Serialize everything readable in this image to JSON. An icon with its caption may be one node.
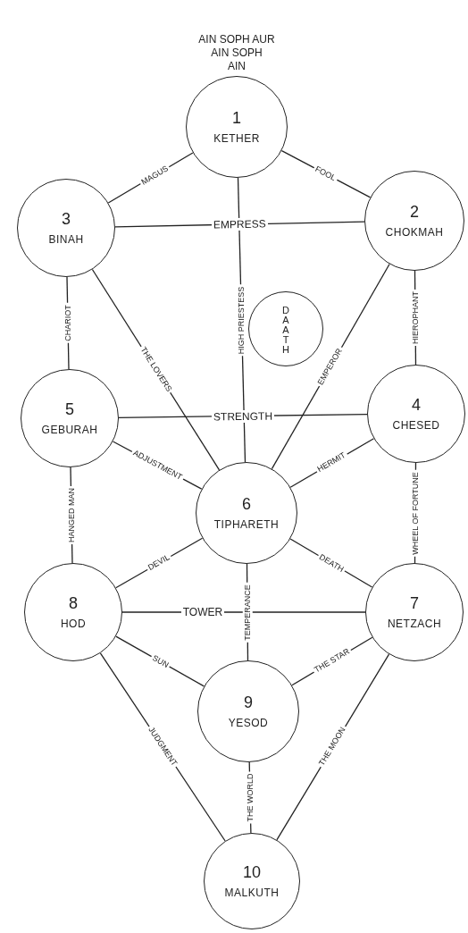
{
  "diagram": {
    "nodes": [
      {
        "text": [
          "1",
          "KETHER"
        ]
      },
      {
        "text": [
          "3",
          "BINAH"
        ]
      },
      {
        "text": [
          "2",
          "CHOKMAH"
        ]
      },
      {
        "text": [
          "DAATH"
        ]
      },
      {
        "text": [
          "5",
          "GEBURAH"
        ]
      },
      {
        "text": [
          "4",
          "CHESED"
        ]
      },
      {
        "text": [
          "6",
          "TIPHARETH"
        ]
      },
      {
        "text": [
          "8",
          "HOD"
        ]
      },
      {
        "text": [
          "7",
          "NETZACH"
        ]
      },
      {
        "text": [
          "9",
          "YESOD"
        ]
      },
      {
        "text": [
          "10",
          "MALKUTH"
        ]
      }
    ],
    "edges": [
      {
        "from": 0,
        "to": 1,
        "arrow": "none",
        "label": "MAGUS"
      },
      {
        "from": 0,
        "to": 2,
        "arrow": "none",
        "label": "FOOL"
      },
      {
        "from": 1,
        "to": 2,
        "arrow": "none",
        "label": "EMPRESS"
      },
      {
        "from": 0,
        "to": 6,
        "arrow": "none",
        "label": "HIGH PRIESTESS"
      },
      {
        "from": 1,
        "to": 4,
        "arrow": "none",
        "label": "CHARIOT"
      },
      {
        "from": 1,
        "to": 6,
        "arrow": "none",
        "label": "THE LOVERS"
      },
      {
        "from": 2,
        "to": 6,
        "arrow": "none",
        "label": "EMPEROR"
      },
      {
        "from": 2,
        "to": 5,
        "arrow": "none",
        "label": "HIEROPHANT"
      },
      {
        "from": 4,
        "to": 5,
        "arrow": "none",
        "label": "STRENGTH"
      },
      {
        "from": 4,
        "to": 6,
        "arrow": "none",
        "label": "ADJUSTMENT"
      },
      {
        "from": 5,
        "to": 6,
        "arrow": "none",
        "label": "HERMIT"
      },
      {
        "from": 4,
        "to": 7,
        "arrow": "none",
        "label": "HANGED MAN"
      },
      {
        "from": 5,
        "to": 8,
        "arrow": "none",
        "label": "WHEEL OF FORTUNE"
      },
      {
        "from": 6,
        "to": 7,
        "arrow": "none",
        "label": "DEVIL"
      },
      {
        "from": 6,
        "to": 8,
        "arrow": "none",
        "label": "DEATH"
      },
      {
        "from": 6,
        "to": 9,
        "arrow": "none",
        "label": "TEMPERANCE"
      },
      {
        "from": 7,
        "to": 8,
        "arrow": "none",
        "label": "TOWER"
      },
      {
        "from": 7,
        "to": 9,
        "arrow": "none",
        "label": "SUN"
      },
      {
        "from": 8,
        "to": 9,
        "arrow": "none",
        "label": "THE STAR"
      },
      {
        "from": 7,
        "to": 10,
        "arrow": "none",
        "label": "JUDGMENT"
      },
      {
        "from": 9,
        "to": 10,
        "arrow": "none",
        "label": "THE WORLD"
      },
      {
        "from": 8,
        "to": 10,
        "arrow": "none",
        "label": "THE MOON"
      }
    ],
    "labels": [
      "AIN SOPH AUR",
      "AIN SOPH",
      "AIN"
    ]
  }
}
